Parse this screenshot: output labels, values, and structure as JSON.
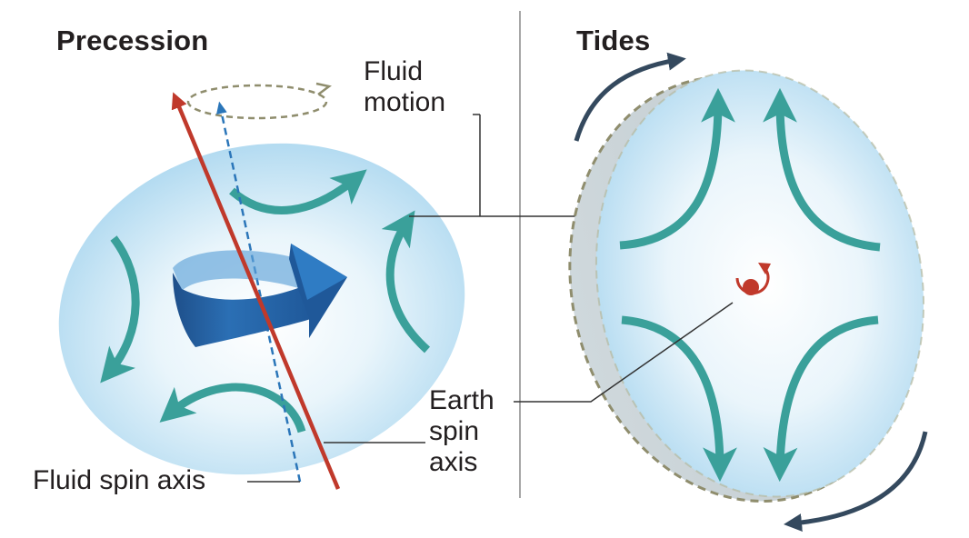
{
  "panels": {
    "precession": {
      "title": "Precession"
    },
    "tides": {
      "title": "Tides"
    }
  },
  "labels": {
    "fluid_motion": [
      "Fluid",
      "motion"
    ],
    "earth_spin_axis": [
      "Earth",
      "spin",
      "axis"
    ],
    "fluid_spin_axis": "Fluid spin axis"
  },
  "colors": {
    "fluid_body": "#bfe3f5",
    "fluid_arrow": "#3aa09a",
    "spin_axis": "#c0392b",
    "fluid_spin_axis": "#2b76b9",
    "precession_ribbon": "#2868ad",
    "tidal_outline": "#a29f86",
    "rotation_arrow": "#34495e",
    "divider": "#8a8a8a"
  },
  "icons": {
    "precession_ribbon": "curved-ribbon-arrow",
    "earth_center": "red-dot-rotation-icon"
  }
}
